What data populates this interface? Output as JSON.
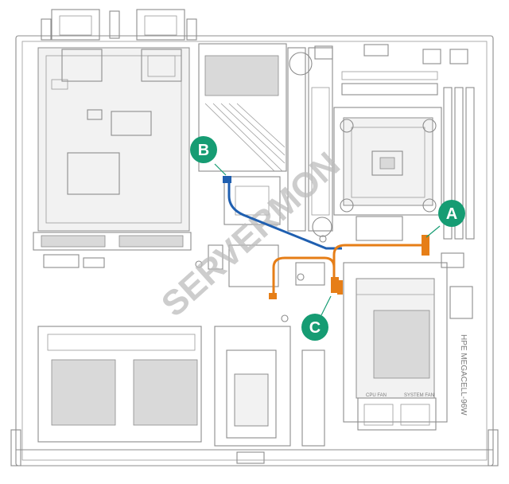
{
  "colors": {
    "callout": "#169c73",
    "cable_blue": "#1f5fb0",
    "cable_orange": "#e67e17",
    "line": "#8c8c8c"
  },
  "callouts": {
    "a": "A",
    "b": "B",
    "c": "C"
  },
  "labels": {
    "board_name": "HPE MEGACELL-96W",
    "cpu_fan": "CPU FAN",
    "system_fan": "SYSTEM FAN"
  },
  "watermark": {
    "text": "SERVERMON"
  }
}
